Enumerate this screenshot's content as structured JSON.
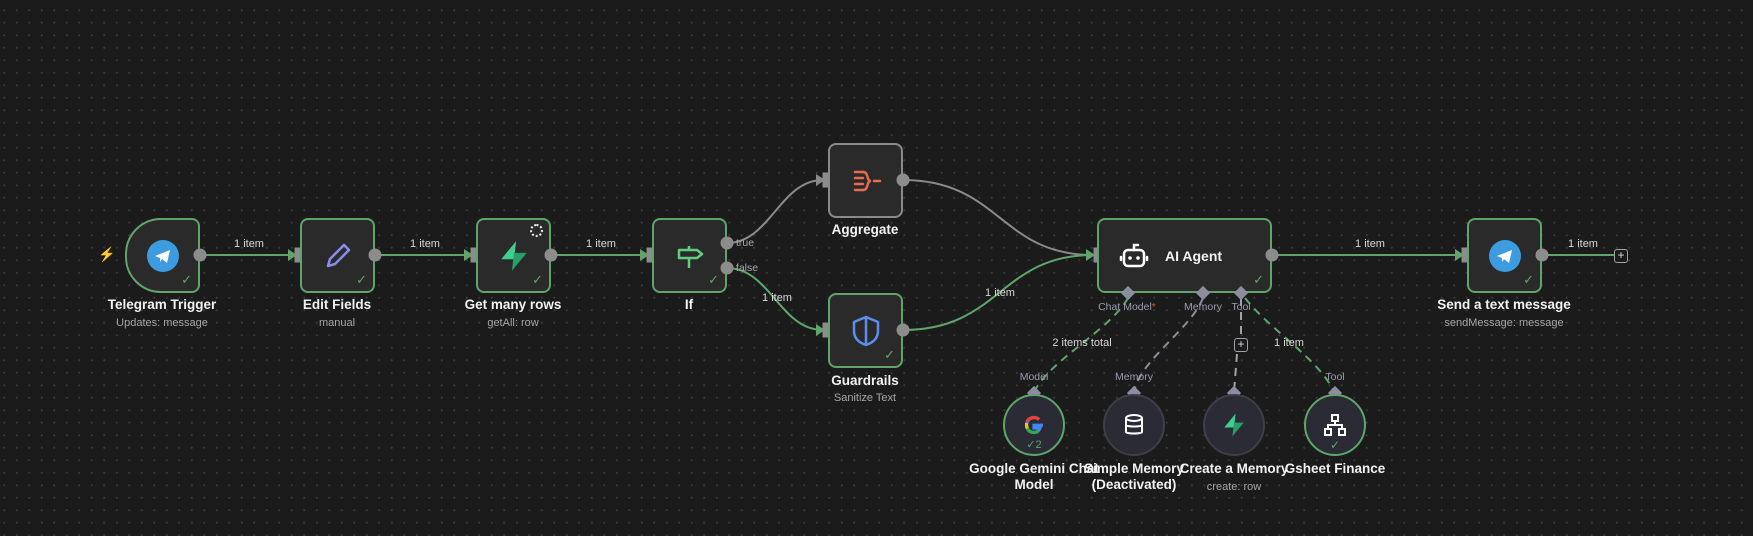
{
  "canvas": {
    "colors": {
      "success": "#5fa56b",
      "idle": "#8a8a8a",
      "background": "#1b1b1b",
      "trigger_bolt": "#e0553f"
    },
    "nodes": {
      "telegram_trigger": {
        "title": "Telegram Trigger",
        "subtitle": "Updates: message",
        "icon": "telegram-icon",
        "status": "success"
      },
      "edit_fields": {
        "title": "Edit Fields",
        "subtitle": "manual",
        "icon": "pencil-icon",
        "status": "success"
      },
      "get_many_rows": {
        "title": "Get many rows",
        "subtitle": "getAll: row",
        "icon": "supabase-icon",
        "status": "success"
      },
      "if": {
        "title": "If",
        "subtitle": "",
        "icon": "signpost-icon",
        "status": "success",
        "outputs": [
          "true",
          "false"
        ]
      },
      "aggregate": {
        "title": "Aggregate",
        "subtitle": "",
        "icon": "aggregate-icon",
        "status": "idle"
      },
      "guardrails": {
        "title": "Guardrails",
        "subtitle": "Sanitize Text",
        "icon": "shield-icon",
        "status": "success"
      },
      "ai_agent": {
        "title": "AI Agent",
        "icon": "robot-icon",
        "status": "success",
        "ports": {
          "chat_model": "Chat Model",
          "chat_model_required": "*",
          "memory": "Memory",
          "tool": "Tool"
        }
      },
      "send_message": {
        "title": "Send a text message",
        "subtitle": "sendMessage: message",
        "icon": "telegram-icon",
        "status": "success"
      },
      "gemini": {
        "title": "Google Gemini Chat Model",
        "title_line1": "Google Gemini Chat",
        "title_line2": "Model",
        "port": "Model",
        "icon": "google-icon",
        "run_count": "2",
        "status": "success"
      },
      "simple_memory": {
        "title_line1": "Simple Memory",
        "title_line2": "(Deactivated)",
        "port": "Memory",
        "icon": "database-icon",
        "status": "deactivated"
      },
      "create_memory": {
        "title": "Create a Memory",
        "subtitle": "create: row",
        "icon": "supabase-icon",
        "status": "idle"
      },
      "gsheet_finance": {
        "title": "Gsheet Finance",
        "port": "Tool",
        "icon": "workflow-icon",
        "status": "success"
      }
    },
    "edges": {
      "trigger_to_edit": "1 item",
      "edit_to_get": "1 item",
      "get_to_if": "1 item",
      "if_false_to_guardrails": "1 item",
      "guardrails_to_agent": "1 item",
      "agent_to_send": "1 item",
      "send_out": "1 item",
      "model_items": "2 items total",
      "tool_items": "1 item"
    },
    "icons": {
      "plus": "+",
      "check": "✓"
    }
  }
}
